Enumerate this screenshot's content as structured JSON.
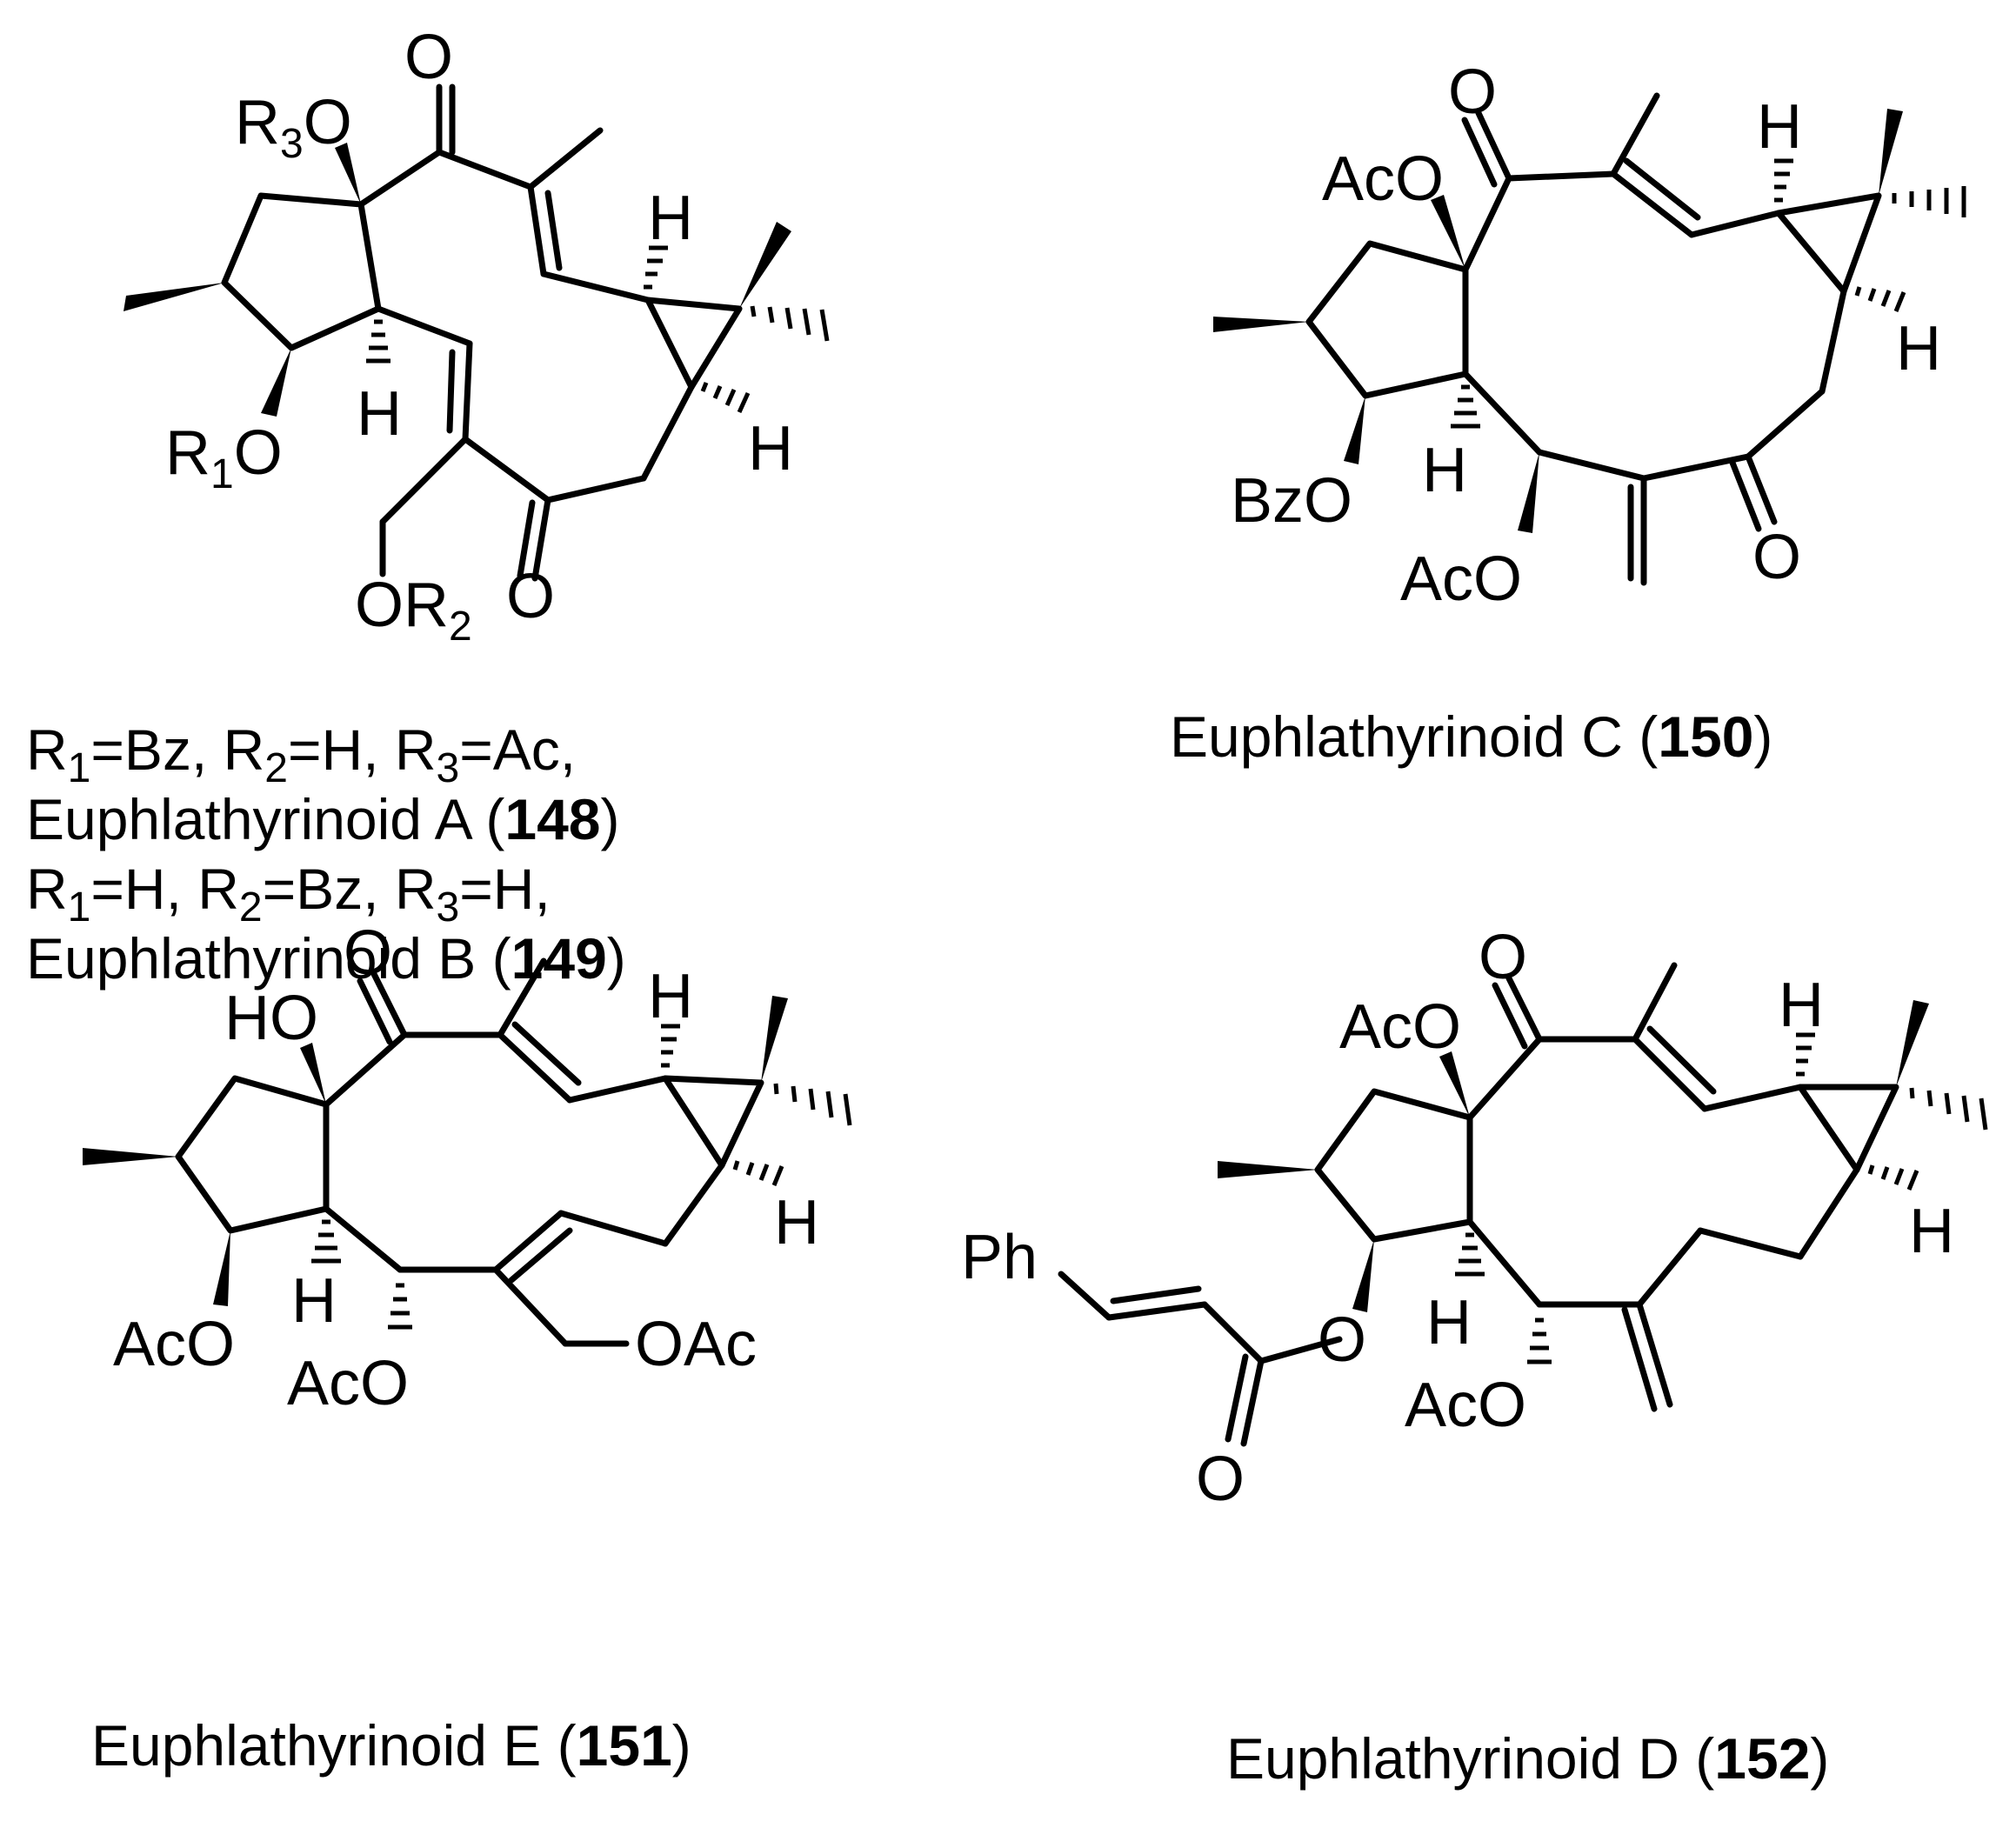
{
  "labels": {
    "o": "O",
    "h": "H",
    "ho": "HO",
    "oac": "OAc",
    "aco": "AcO",
    "bzo": "BzO",
    "ph": "Ph",
    "r1": "R",
    "r1_sub": "1",
    "r2": "R",
    "r2_sub": "2",
    "r3": "R",
    "r3_sub": "3"
  },
  "compounds": [
    {
      "id": "148-149",
      "lines": [
        {
          "segments": [
            {
              "t": "R"
            },
            {
              "t": "1",
              "sub": true
            },
            {
              "t": "=Bz, R"
            },
            {
              "t": "2",
              "sub": true
            },
            {
              "t": "=H, R"
            },
            {
              "t": "3",
              "sub": true
            },
            {
              "t": "=Ac,"
            }
          ]
        },
        {
          "segments": [
            {
              "t": "Euphlathyrinoid A ("
            },
            {
              "t": "148",
              "bold": true
            },
            {
              "t": ")"
            }
          ]
        },
        {
          "segments": [
            {
              "t": "R"
            },
            {
              "t": "1",
              "sub": true
            },
            {
              "t": "=H, R"
            },
            {
              "t": "2",
              "sub": true
            },
            {
              "t": "=Bz, R"
            },
            {
              "t": "3",
              "sub": true
            },
            {
              "t": "=H,"
            }
          ]
        },
        {
          "segments": [
            {
              "t": "Euphlathyrinoid B ("
            },
            {
              "t": "149",
              "bold": true
            },
            {
              "t": ")"
            }
          ]
        }
      ]
    },
    {
      "id": "150",
      "lines": [
        {
          "segments": [
            {
              "t": "Euphlathyrinoid C ("
            },
            {
              "t": "150",
              "bold": true
            },
            {
              "t": ")"
            }
          ]
        }
      ]
    },
    {
      "id": "151",
      "lines": [
        {
          "segments": [
            {
              "t": "Euphlathyrinoid E ("
            },
            {
              "t": "151",
              "bold": true
            },
            {
              "t": ")"
            }
          ]
        }
      ]
    },
    {
      "id": "152",
      "lines": [
        {
          "segments": [
            {
              "t": "Euphlathyrinoid D ("
            },
            {
              "t": "152",
              "bold": true
            },
            {
              "t": ")"
            }
          ]
        }
      ]
    }
  ]
}
